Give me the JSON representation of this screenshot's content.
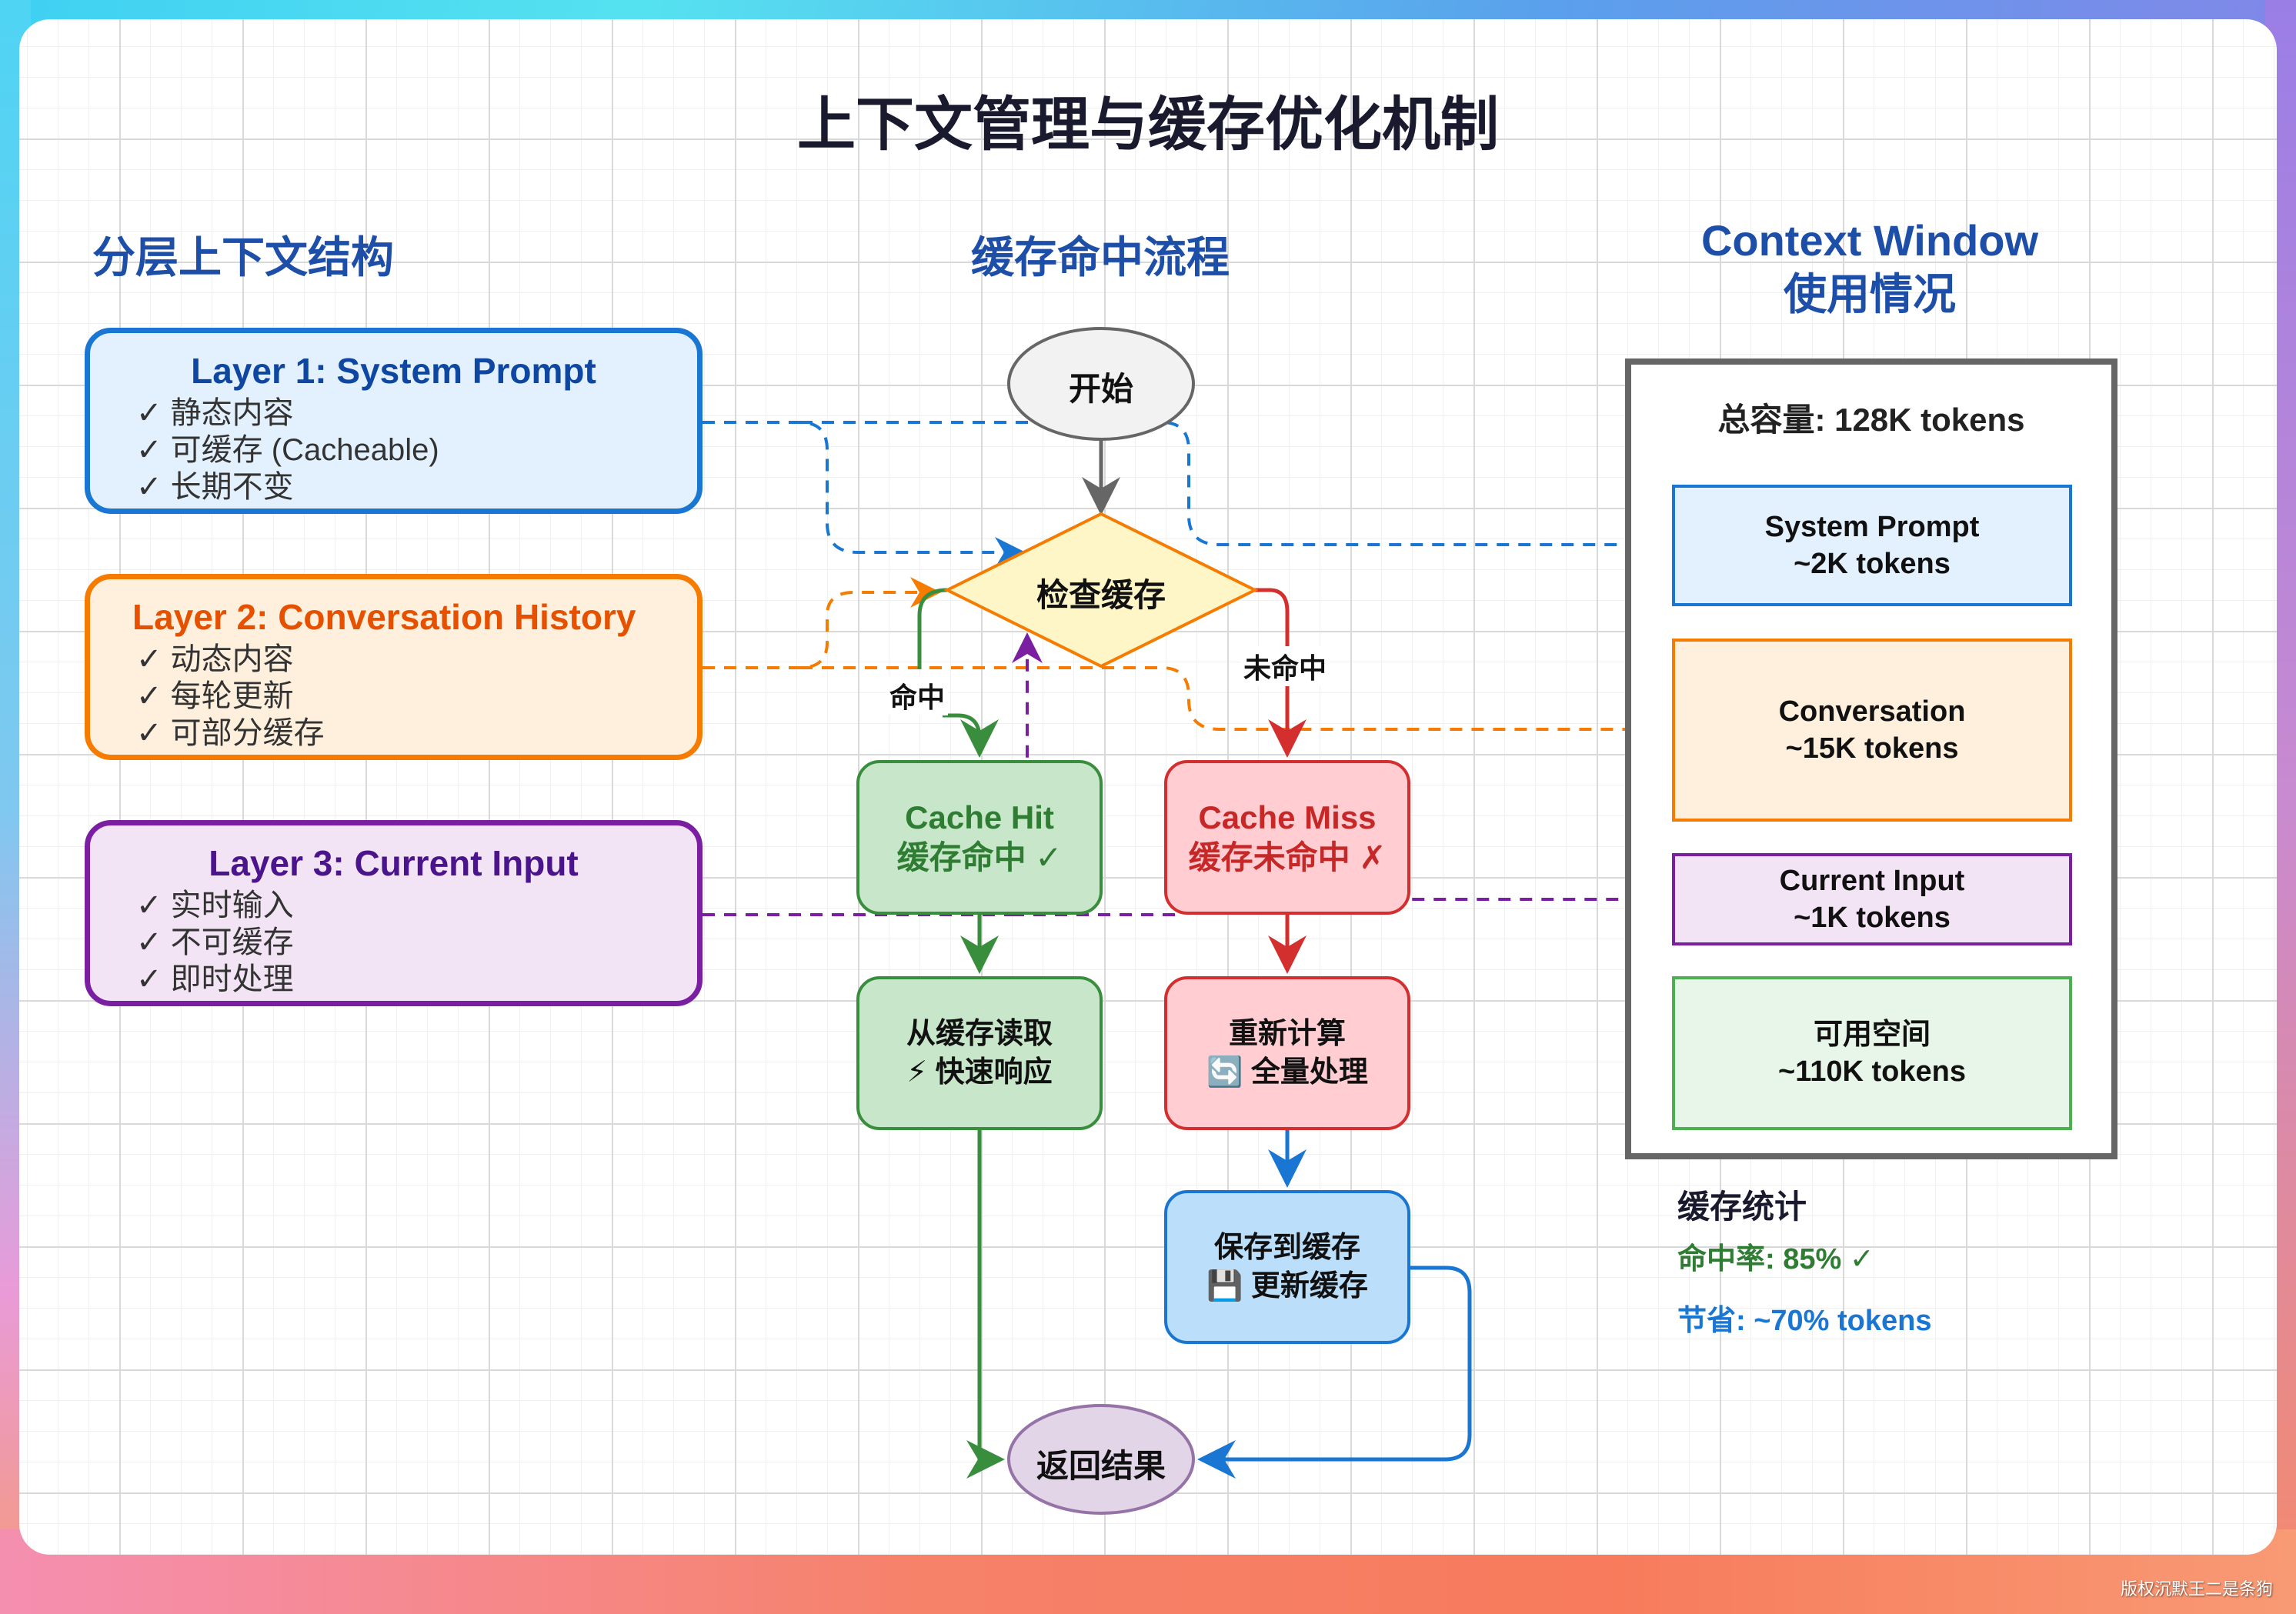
{
  "title": "上下文管理与缓存优化机制",
  "sections": {
    "left": "分层上下文结构",
    "middle": "缓存命中流程",
    "right_line1": "Context Window",
    "right_line2": "使用情况"
  },
  "layers": [
    {
      "title": "Layer 1: System Prompt",
      "items": [
        "静态内容",
        "可缓存 (Cacheable)",
        "长期不变"
      ],
      "color": "#1976d2"
    },
    {
      "title": "Layer 2: Conversation History",
      "items": [
        "动态内容",
        "每轮更新",
        "可部分缓存"
      ],
      "color": "#f57c00"
    },
    {
      "title": "Layer 3: Current Input",
      "items": [
        "实时输入",
        "不可缓存",
        "即时处理"
      ],
      "color": "#7b1fa2"
    }
  ],
  "flow": {
    "start": "开始",
    "decision": "检查缓存",
    "hit_label": "命中",
    "miss_label": "未命中",
    "cache_hit": {
      "line1": "Cache Hit",
      "line2": "缓存命中 ✓"
    },
    "cache_miss": {
      "line1": "Cache Miss",
      "line2": "缓存未命中 ✗"
    },
    "read_cache": {
      "line1": "从缓存读取",
      "line2": "⚡ 快速响应"
    },
    "recompute": {
      "line1": "重新计算",
      "line2": "🔄 全量处理"
    },
    "save_cache": {
      "line1": "保存到缓存",
      "line2": "💾 更新缓存"
    },
    "end": "返回结果"
  },
  "context_window": {
    "total": "总容量: 128K tokens",
    "segments": [
      {
        "name": "System Prompt",
        "tokens": "~2K tokens"
      },
      {
        "name": "Conversation",
        "tokens": "~15K tokens"
      },
      {
        "name": "Current Input",
        "tokens": "~1K tokens"
      },
      {
        "name": "可用空间",
        "tokens": "~110K tokens"
      }
    ]
  },
  "stats": {
    "title": "缓存统计",
    "hit_rate": "命中率: 85% ✓",
    "savings": "节省: ~70% tokens"
  },
  "watermark": "版权沉默王二是条狗"
}
